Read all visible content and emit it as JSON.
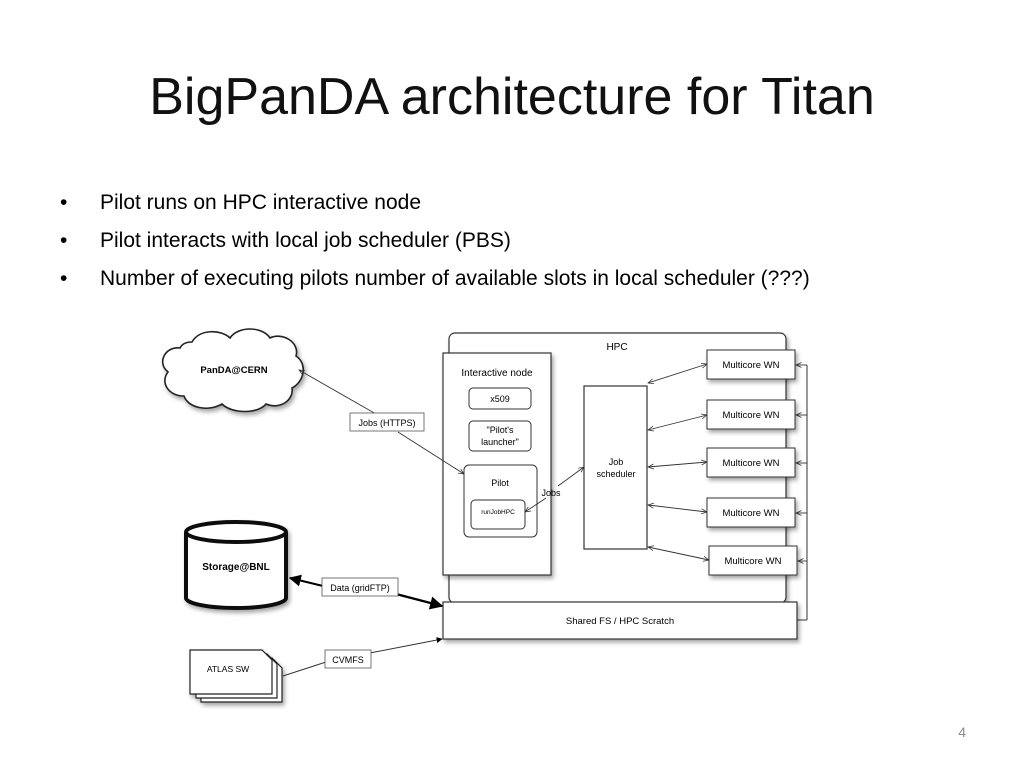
{
  "slide": {
    "title": "BigPanDA architecture for Titan",
    "bullets": [
      "Pilot runs on HPC interactive node",
      "Pilot interacts with local job scheduler (PBS)",
      "Number of executing pilots number of available slots in local scheduler (???)"
    ],
    "page_number": "4"
  },
  "diagram": {
    "hpc_label": "HPC",
    "interactive_node_label": "Interactive node",
    "x509_label": "x509",
    "pilots_launcher_line1": "\"Pilot's",
    "pilots_launcher_line2": "launcher\"",
    "pilot_label": "Pilot",
    "runjobhpc_label": "runJobHPC",
    "jobs_label": "Jobs",
    "job_scheduler_line1": "Job",
    "job_scheduler_line2": "scheduler",
    "worker_nodes": [
      "Multicore WN",
      "Multicore WN",
      "Multicore WN",
      "Multicore WN",
      "Multicore WN"
    ],
    "shared_fs_label": "Shared FS /  HPC Scratch",
    "panda_cern_label": "PanDA@CERN",
    "jobs_https_label": "Jobs (HTTPS)",
    "storage_bnl_label": "Storage@BNL",
    "data_gridftp_label": "Data (gridFTP)",
    "cvmfs_label": "CVMFS",
    "atlas_sw_label": "ATLAS SW"
  }
}
